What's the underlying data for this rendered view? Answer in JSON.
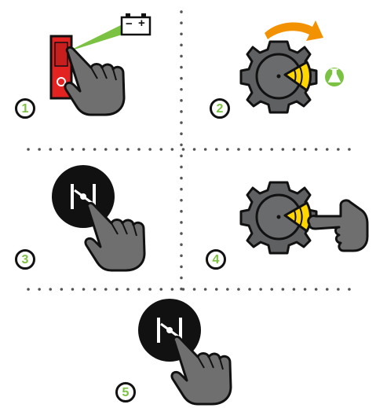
{
  "steps": [
    {
      "number": "1"
    },
    {
      "number": "2"
    },
    {
      "number": "3"
    },
    {
      "number": "4"
    },
    {
      "number": "5"
    }
  ],
  "battery": {
    "minus": "−",
    "plus": "+"
  },
  "icons": {
    "hand": "hand-pointer-icon",
    "battery": "battery-icon",
    "switch": "rocker-switch-icon",
    "knob": "selector-knob-icon",
    "hour_meter": "hour-meter-icon",
    "pto_button": "pto-button-icon"
  },
  "colors": {
    "number_green": "#7cc242",
    "switch_red": "#e32222",
    "knob_yellow": "#ffd600",
    "arrow_orange": "#f39200",
    "knob_gray": "#5f6062",
    "hand_gray": "#6f6f6f",
    "beam_green": "#7cc242",
    "dots": "#555555"
  }
}
